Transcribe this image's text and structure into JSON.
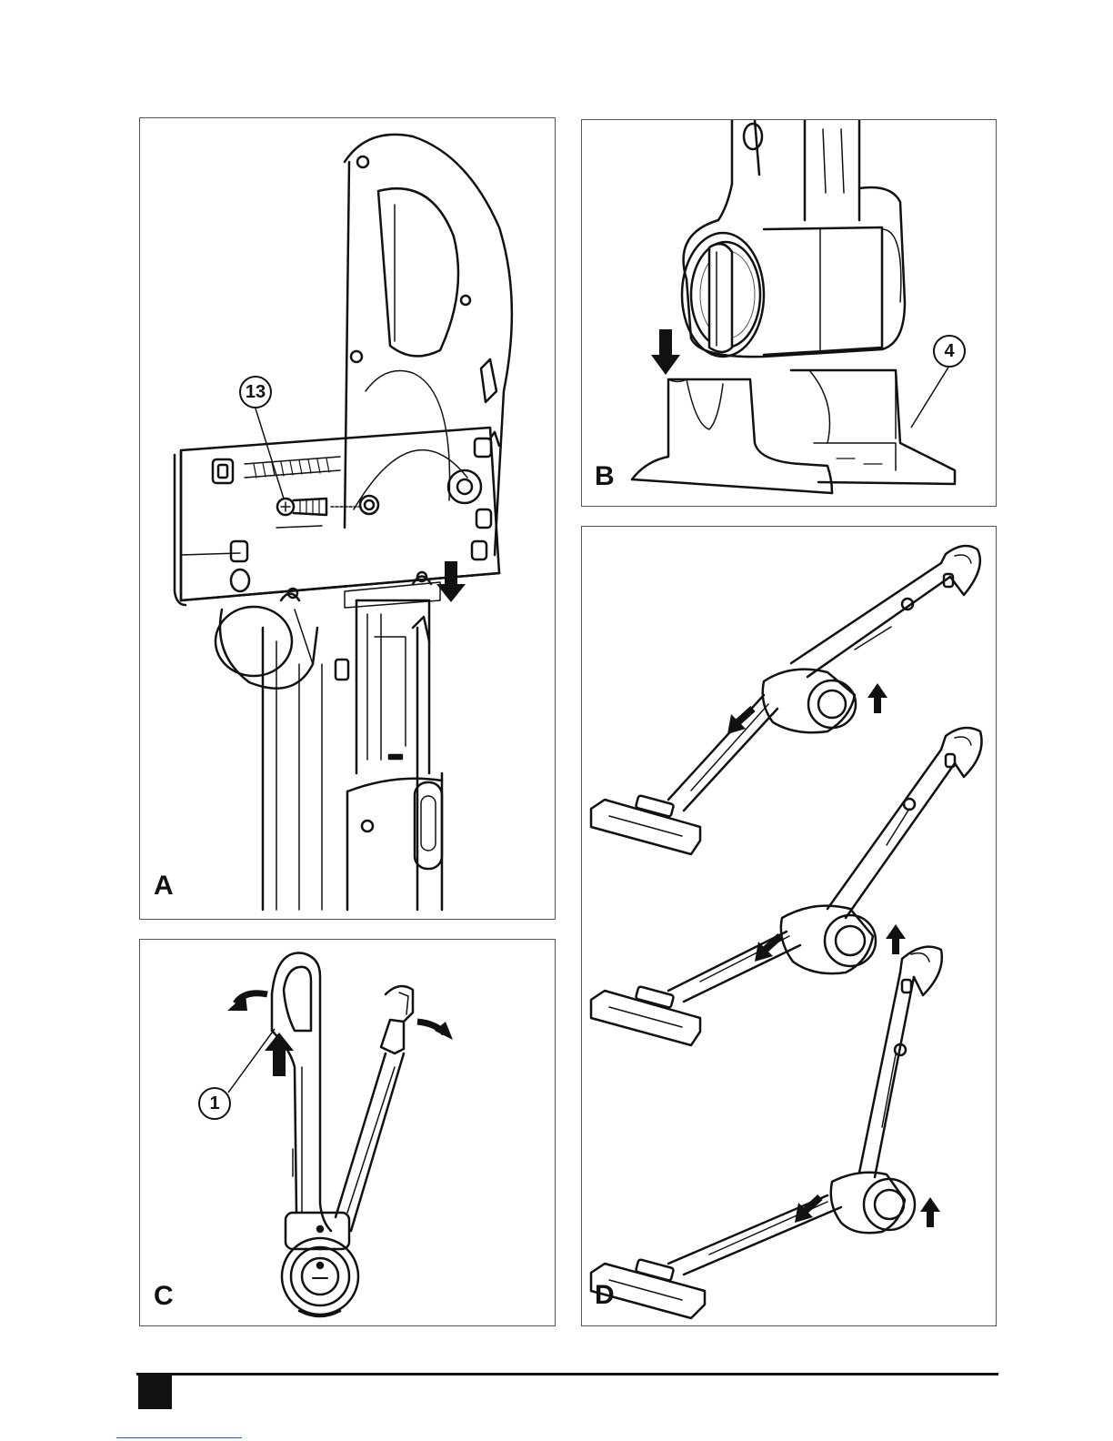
{
  "figures": [
    {
      "id": "A",
      "letter": "A",
      "callouts": [
        {
          "label": "13"
        }
      ]
    },
    {
      "id": "B",
      "letter": "B",
      "callouts": [
        {
          "label": "4"
        }
      ]
    },
    {
      "id": "C",
      "letter": "C",
      "callouts": [
        {
          "label": "1"
        }
      ]
    },
    {
      "id": "D",
      "letter": "D",
      "callouts": []
    }
  ],
  "colors": {
    "line": "#111111",
    "fill": "#ffffff",
    "shade": "#d9d9d9",
    "mesh": "#555555"
  }
}
